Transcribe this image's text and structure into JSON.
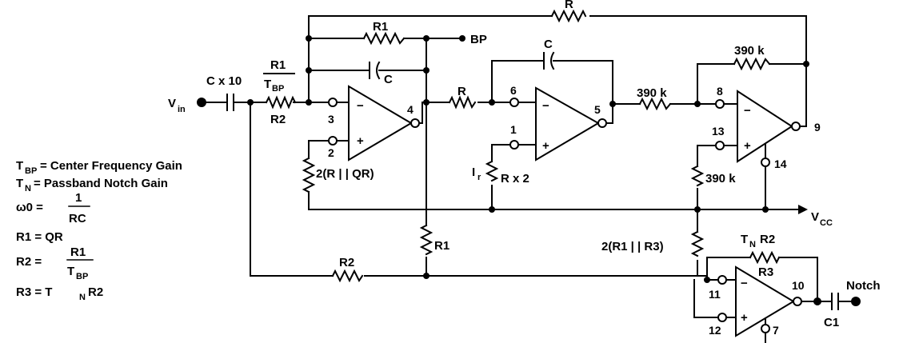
{
  "labels": {
    "r_top": "R",
    "r1_top": "R1",
    "bp": "BP",
    "c_int": "C",
    "c_fb": "C",
    "r1_over_tbp_num": "R1",
    "r1_over_tbp_den": "T",
    "r1_over_tbp_den_sub": "BP",
    "c_x10": "C x 10",
    "vin": "V",
    "vin_sub": "in",
    "r2_in": "R2",
    "r_mid": "R",
    "r390k_mid": "390 k",
    "r390k_fb": "390 k",
    "r390k_bias": "390 k",
    "r_qr": "2(R | | QR)",
    "ir": "I",
    "ir_sub": "r",
    "r_x2": "R x 2",
    "r1_vert": "R1",
    "r2_bottom": "R2",
    "r1r3": "2(R1 | | R3)",
    "tn": "T",
    "tn_sub": "N",
    "tn_r2": " R2",
    "r3": "R3",
    "vcc": "V",
    "vcc_sub": "CC",
    "notch": "Notch",
    "c1": "C1"
  },
  "pins": {
    "p2": "2",
    "p3": "3",
    "p4": "4",
    "p6": "6",
    "p1": "1",
    "p5": "5",
    "p8": "8",
    "p13": "13",
    "p9": "9",
    "p14": "14",
    "p11": "11",
    "p12": "12",
    "p10": "10",
    "p7": "7"
  },
  "opamp_signs": {
    "minus": "−",
    "plus": "+"
  },
  "equations": {
    "tbp_sym": "T",
    "tbp_sub": "BP",
    "tbp_text": " = Center Frequency Gain",
    "tn_sym": "T",
    "tn_sub": "N",
    "tn_text": " = Passband Notch Gain",
    "w0_lhs": "ω0 =",
    "w0_num": "1",
    "w0_den": "RC",
    "r1_eq": "R1 = QR",
    "r2_lhs": "R2 =",
    "r2_num": "R1",
    "r2_den": "T",
    "r2_den_sub": "BP",
    "r3_lhs": "R3 = T",
    "r3_sub": "N",
    "r3_rhs": " R2"
  }
}
